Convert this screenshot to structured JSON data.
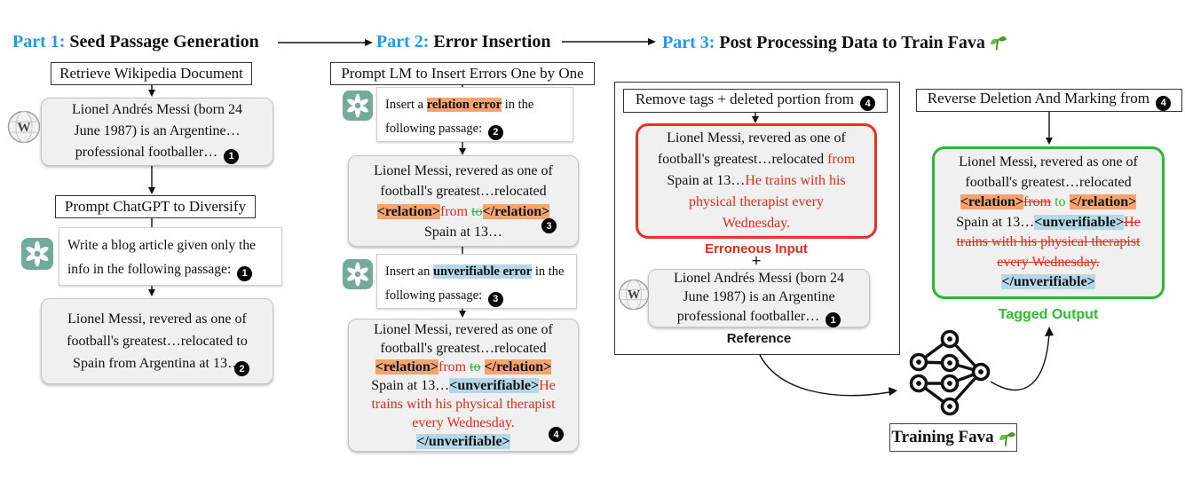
{
  "palette": {
    "heading_blue": "#1e9bf0",
    "error_red": "#e8291c",
    "ok_green": "#2db82d",
    "tag_orange_bg": "#f5a46f",
    "tag_blue_bg": "#b5d8e8",
    "red_box_border": "#e63323",
    "green_box_border": "#2db92d",
    "chatgpt_green": "#74aa9c"
  },
  "icons": {
    "wikipedia": "wikipedia-globe",
    "chatgpt": "chatgpt-logo",
    "neural_network": "neural-network",
    "seedling": "seedling"
  },
  "headings": {
    "part1": {
      "label": "Part 1:",
      "title": "Seed Passage Generation"
    },
    "part2": {
      "label": "Part 2:",
      "title": "Error Insertion"
    },
    "part3": {
      "label": "Part 3:",
      "title": "Post Processing Data to Train Fava"
    }
  },
  "part1": {
    "step_retrieve": "Retrieve Wikipedia Document",
    "seed_passage": {
      "lines": [
        [
          {
            "t": "Lionel Andrés Messi (born 24"
          }
        ],
        [
          {
            "t": "June 1987) is an Argentine…"
          }
        ],
        [
          {
            "t": "professional footballer… "
          },
          {
            "s": "badge",
            "t": "1"
          }
        ]
      ]
    },
    "step_diversify": "Prompt ChatGPT to Diversify",
    "diversify_prompt": {
      "lines": [
        [
          {
            "t": "Write a blog article given only the"
          }
        ],
        [
          {
            "t": "info in the following passage: "
          },
          {
            "s": "badge",
            "t": "1"
          }
        ]
      ]
    },
    "diversified_passage": {
      "badge": "2",
      "lines": [
        [
          {
            "t": "Lionel Messi, revered as one of"
          }
        ],
        [
          {
            "t": "football's greatest…relocated to"
          }
        ],
        [
          {
            "t": "Spain from Argentina at 13…"
          }
        ]
      ]
    }
  },
  "part2": {
    "step_insert": "Prompt LM to Insert Errors One by One",
    "relation_prompt": {
      "lines": [
        [
          {
            "t": "Insert a "
          },
          {
            "s": "rel",
            "t": "relation error"
          },
          {
            "t": " in the"
          }
        ],
        [
          {
            "t": "following passage: "
          },
          {
            "s": "badge",
            "t": "2"
          }
        ]
      ]
    },
    "relation_passage": {
      "badge": "3",
      "lines": [
        [
          {
            "t": "Lionel Messi, revered as one of"
          }
        ],
        [
          {
            "t": "football's greatest…relocated"
          }
        ],
        [
          {
            "s": "rel",
            "t": "<relation>"
          },
          {
            "s": "red",
            "t": "from "
          },
          {
            "s": "grnx",
            "t": "to"
          },
          {
            "s": "rel",
            "t": "</relation>"
          }
        ],
        [
          {
            "t": "Spain at 13…"
          }
        ]
      ]
    },
    "unverifiable_prompt": {
      "lines": [
        [
          {
            "t": "Insert an "
          },
          {
            "s": "unv",
            "t": "unverifiable error"
          },
          {
            "t": " in the"
          }
        ],
        [
          {
            "t": "following passage: "
          },
          {
            "s": "badge",
            "t": "3"
          }
        ]
      ]
    },
    "unverifiable_passage": {
      "badge": "4",
      "lines": [
        [
          {
            "t": "Lionel Messi, revered as one of"
          }
        ],
        [
          {
            "t": "football's greatest…relocated"
          }
        ],
        [
          {
            "s": "rel",
            "t": "<relation>"
          },
          {
            "s": "red",
            "t": "from "
          },
          {
            "s": "grnx",
            "t": "to"
          },
          {
            "t": " "
          },
          {
            "s": "rel",
            "t": "</relation>"
          }
        ],
        [
          {
            "t": "Spain at 13…"
          },
          {
            "s": "unv",
            "t": "<unverifiable>"
          },
          {
            "s": "red",
            "t": "He"
          }
        ],
        [
          {
            "s": "red",
            "t": "trains with his physical therapist"
          }
        ],
        [
          {
            "s": "red",
            "t": "every Wednesday."
          }
        ],
        [
          {
            "s": "unv",
            "t": "</unverifiable>"
          }
        ]
      ]
    }
  },
  "part3": {
    "step_remove": {
      "lines": [
        [
          {
            "t": "Remove tags + deleted portion from "
          },
          {
            "s": "badge",
            "t": "4"
          }
        ]
      ]
    },
    "erroneous_passage": {
      "lines": [
        [
          {
            "t": "Lionel Messi, revered as one of"
          }
        ],
        [
          {
            "t": "football's greatest…relocated "
          },
          {
            "s": "red",
            "t": "from"
          }
        ],
        [
          {
            "t": "Spain at 13…"
          },
          {
            "s": "red",
            "t": "He trains with his"
          }
        ],
        [
          {
            "s": "red",
            "t": "physical therapist every"
          }
        ],
        [
          {
            "s": "red",
            "t": "Wednesday."
          }
        ]
      ]
    },
    "erroneous_label": "Erroneous Input",
    "plus": "+",
    "reference_passage": {
      "lines": [
        [
          {
            "t": "Lionel Andrés Messi (born 24"
          }
        ],
        [
          {
            "t": "June 1987) is an Argentine"
          }
        ],
        [
          {
            "t": "professional footballer… "
          },
          {
            "s": "badge",
            "t": "1"
          }
        ]
      ]
    },
    "reference_label": "Reference",
    "step_reverse": {
      "lines": [
        [
          {
            "t": "Reverse Deletion And Marking from "
          },
          {
            "s": "badge",
            "t": "4"
          }
        ]
      ]
    },
    "tagged_passage": {
      "lines": [
        [
          {
            "t": "Lionel Messi, revered as one of"
          }
        ],
        [
          {
            "t": "football's greatest…relocated"
          }
        ],
        [
          {
            "s": "rel",
            "t": "<relation>"
          },
          {
            "s": "redx",
            "t": "from"
          },
          {
            "t": " "
          },
          {
            "s": "grn",
            "t": "to"
          },
          {
            "t": " "
          },
          {
            "s": "rel",
            "t": "</relation>"
          }
        ],
        [
          {
            "t": "Spain at 13…"
          },
          {
            "s": "unv",
            "t": "<unverifiable>"
          },
          {
            "s": "redx",
            "t": "He"
          }
        ],
        [
          {
            "s": "redx",
            "t": "trains with his physical therapist"
          }
        ],
        [
          {
            "s": "redx",
            "t": "every Wednesday."
          }
        ],
        [
          {
            "s": "unv",
            "t": "</unverifiable>"
          }
        ]
      ]
    },
    "tagged_label": "Tagged Output",
    "training_label": "Training Fava"
  }
}
